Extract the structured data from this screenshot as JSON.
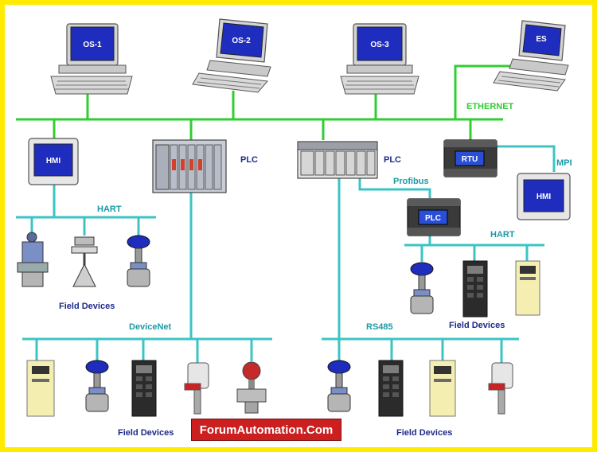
{
  "workstations": {
    "os1": "OS-1",
    "os2": "OS-2",
    "os3": "OS-3",
    "es": "ES"
  },
  "networks": {
    "ethernet": "ETHERNET",
    "hart_left": "HART",
    "hart_right": "HART",
    "devicenet": "DeviceNet",
    "rs485": "RS485",
    "profibus": "Profibus",
    "mpi": "MPI"
  },
  "devices": {
    "hmi_left": "HMI",
    "hmi_right": "HMI",
    "plc_left": "PLC",
    "plc_center": "PLC",
    "plc_small": "PLC",
    "rtu": "RTU"
  },
  "field_labels": {
    "left_hart": "Field Devices",
    "right_hart": "Field Devices",
    "devicenet": "Field Devices",
    "rs485": "Field Devices"
  },
  "brand": "ForumAutomation.Com",
  "colors": {
    "ethernet_line": "#33cc33",
    "fieldbus_line": "#3cc4c4",
    "label_blue": "#1e2a8a",
    "label_cyan": "#1a9aa5",
    "frame": "#ffeb00",
    "brand_bg": "#cc1f1f"
  }
}
